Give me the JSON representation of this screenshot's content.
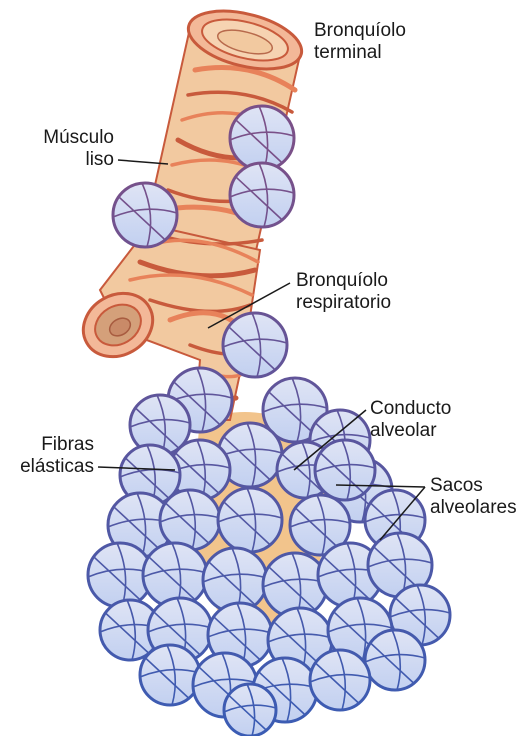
{
  "labels": {
    "bronquiolo_terminal": [
      "Bronquíolo",
      "terminal"
    ],
    "musculo_liso": [
      "Músculo",
      "liso"
    ],
    "bronquiolo_respiratorio": [
      "Bronquíolo",
      "respiratorio"
    ],
    "conducto_alveolar": [
      "Conducto",
      "alveolar"
    ],
    "fibras_elasticas": [
      "Fibras",
      "elásticas"
    ],
    "sacos_alveolares": [
      "Sacos",
      "alveolares"
    ]
  },
  "colors": {
    "muscle": "#e8825a",
    "muscle_dark": "#c85a3c",
    "tube": "#f2c9a0",
    "tube_inner": "#d4a07a",
    "alveolus_top": "#d8e0f4",
    "alveolus_bottom": "#c4d2f0",
    "alveolus_stroke_top": "#7d5a8c",
    "alveolus_stroke_bottom": "#3d5fb0",
    "gap": "#f2c48c"
  }
}
